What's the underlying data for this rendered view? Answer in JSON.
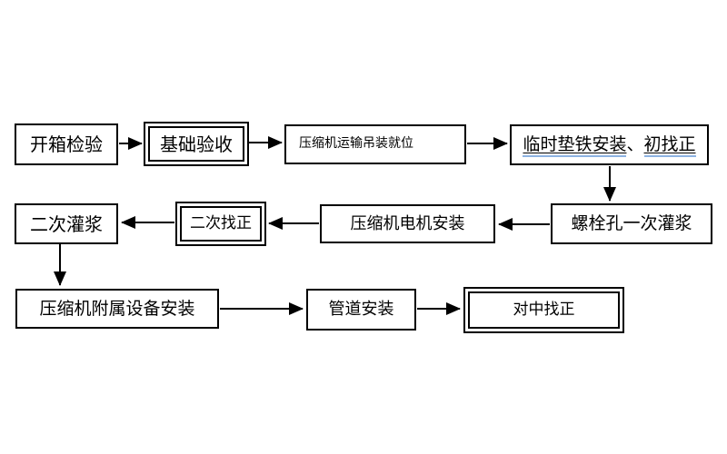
{
  "diagram": {
    "type": "flowchart",
    "title": "",
    "background_color": "#ffffff",
    "colors": {
      "box_border": "#000000",
      "text": "#000000",
      "arrow": "#000000",
      "grammar_underline_blue": "#8db3e2"
    },
    "nodes": [
      {
        "id": "unboxing-inspection",
        "label": "开箱检验",
        "border": "single"
      },
      {
        "id": "foundation-acceptance",
        "label": "基础验收",
        "border": "double"
      },
      {
        "id": "compressor-transport-positioning",
        "label": "压缩机运输吊装就位",
        "border": "single"
      },
      {
        "id": "temporary-shim-install-initial-alignment",
        "label": "临时垫铁安装、初找正",
        "border": "single",
        "label_parts": [
          {
            "text": "临时垫铁安装",
            "underlined": true
          },
          {
            "text": "、",
            "underlined": false
          },
          {
            "text": "初找正",
            "underlined": true
          }
        ]
      },
      {
        "id": "bolt-hole-first-grouting",
        "label": "螺栓孔一次灌浆",
        "border": "single"
      },
      {
        "id": "compressor-motor-install",
        "label": "压缩机电机安装",
        "border": "single"
      },
      {
        "id": "secondary-alignment",
        "label": "二次找正",
        "border": "double"
      },
      {
        "id": "secondary-grouting",
        "label": "二次灌浆",
        "border": "single"
      },
      {
        "id": "compressor-auxiliary-equipment-install",
        "label": "压缩机附属设备安装",
        "border": "single"
      },
      {
        "id": "piping-install",
        "label": "管道安装",
        "border": "single"
      },
      {
        "id": "center-alignment",
        "label": "对中找正",
        "border": "double"
      }
    ],
    "edges": [
      {
        "from": "开箱检验",
        "to": "基础验收",
        "direction": "right"
      },
      {
        "from": "基础验收",
        "to": "压缩机运输吊装就位",
        "direction": "right"
      },
      {
        "from": "压缩机运输吊装就位",
        "to": "临时垫铁安装、初找正",
        "direction": "right"
      },
      {
        "from": "临时垫铁安装、初找正",
        "to": "螺栓孔一次灌浆",
        "direction": "down"
      },
      {
        "from": "螺栓孔一次灌浆",
        "to": "压缩机电机安装",
        "direction": "left"
      },
      {
        "from": "压缩机电机安装",
        "to": "二次找正",
        "direction": "left"
      },
      {
        "from": "二次找正",
        "to": "二次灌浆",
        "direction": "left"
      },
      {
        "from": "二次灌浆",
        "to": "压缩机附属设备安装",
        "direction": "down"
      },
      {
        "from": "压缩机附属设备安装",
        "to": "管道安装",
        "direction": "right"
      },
      {
        "from": "管道安装",
        "to": "对中找正",
        "direction": "right"
      }
    ]
  }
}
